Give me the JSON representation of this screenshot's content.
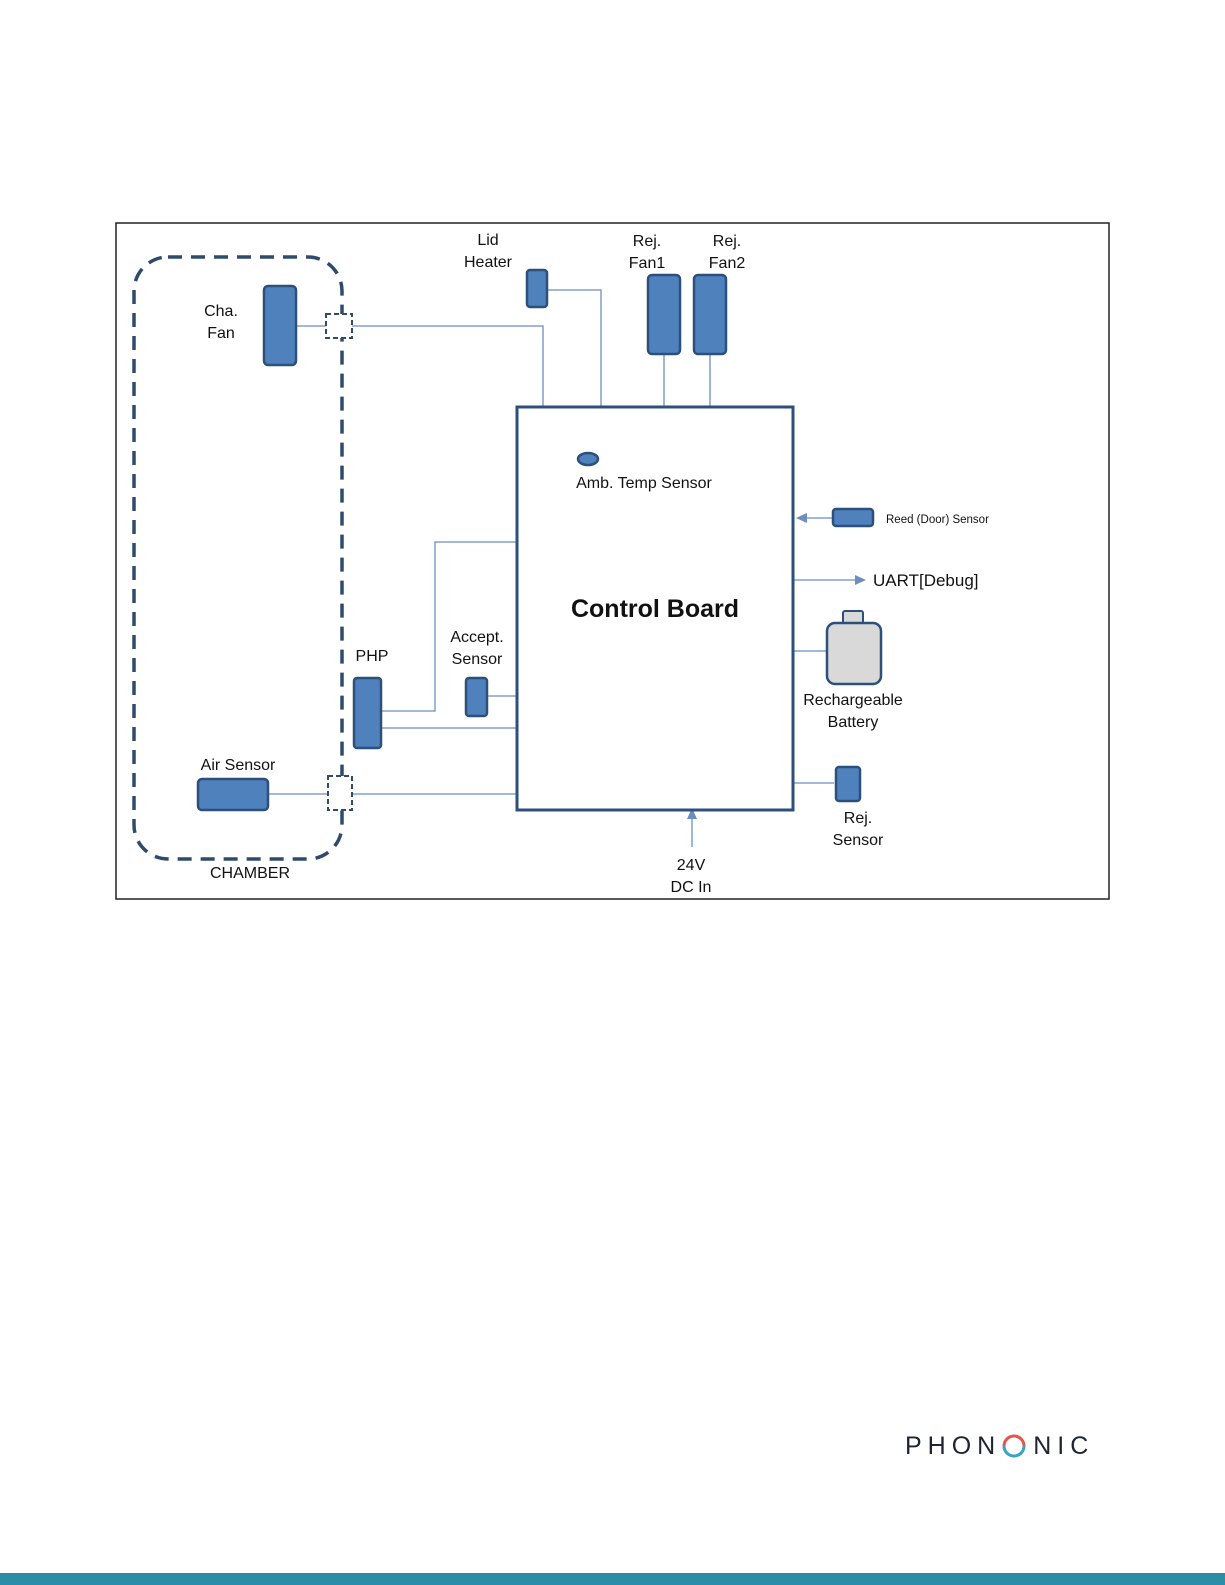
{
  "diagram": {
    "labels": {
      "lid_heater": [
        "Lid",
        "Heater"
      ],
      "rej_fan1": [
        "Rej.",
        "Fan1"
      ],
      "rej_fan2": [
        "Rej.",
        "Fan2"
      ],
      "cha_fan": [
        "Cha.",
        "Fan"
      ],
      "amb_temp": "Amb. Temp Sensor",
      "control_board": "Control Board",
      "reed_sensor": "Reed (Door) Sensor",
      "uart": "UART[Debug]",
      "battery": [
        "Rechargeable",
        "Battery"
      ],
      "php": "PHP",
      "accept_sensor": [
        "Accept.",
        "Sensor"
      ],
      "air_sensor": "Air Sensor",
      "rej_sensor": [
        "Rej.",
        "Sensor"
      ],
      "dc_in": [
        "24V",
        "DC In"
      ],
      "chamber": "CHAMBER"
    },
    "colors": {
      "component_fill": "#4f81bd",
      "component_stroke": "#2c4f7c",
      "line": "#6c8ebf",
      "chamber_dash": "#2f4a6b",
      "battery_fill": "#d9d9d9"
    }
  },
  "footer": {
    "logo_text_a": "PHON",
    "logo_text_b": "NIC",
    "logo_o_colors": [
      "#e8534a",
      "#3aa3c0"
    ],
    "bar_color": "#2a8fa6"
  }
}
